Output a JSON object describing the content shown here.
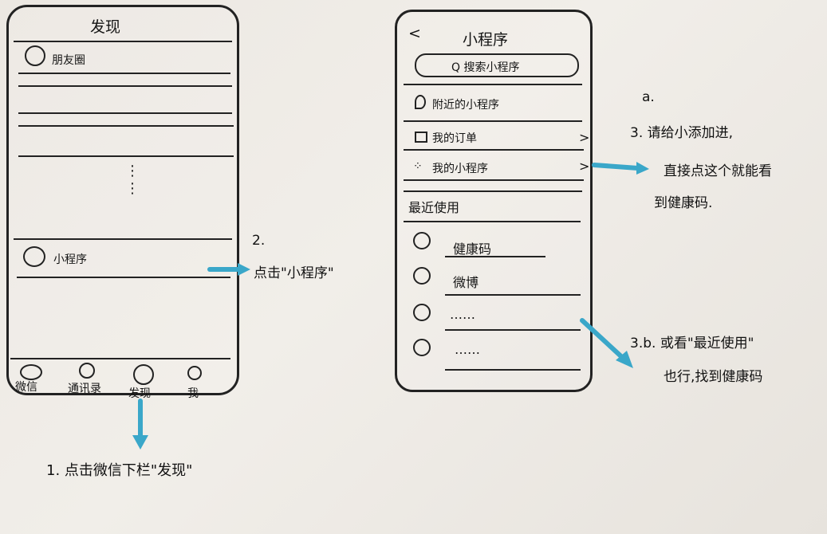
{
  "left_phone": {
    "title": "发现",
    "moments": "朋友圈",
    "dots": "⋮",
    "miniprogram": "小程序",
    "tabs": [
      "微信",
      "通讯录",
      "发现",
      "我"
    ]
  },
  "right_phone": {
    "back": "<",
    "title": "小程序",
    "search": "Q 搜索小程序",
    "nearby": "附近的小程序",
    "my_orders": "我的订单",
    "my_miniprograms": "我的小程序",
    "recent_header": "最近使用",
    "recent_items": [
      "健康码",
      "微博",
      "……",
      "……"
    ]
  },
  "annotations": {
    "step1": "1. 点击微信下栏\"发现\"",
    "step2_num": "2.",
    "step2": "点击\"小程序\"",
    "step3a_label": "a.",
    "step3a_line1": "3. 请给小添加进,",
    "step3a_line2": "直接点这个就能看",
    "step3a_line3": "到健康码.",
    "step3b_line1": "3.b. 或看\"最近使用\"",
    "step3b_line2": "也行,找到健康码"
  },
  "colors": {
    "ink": "#222222",
    "arrow": "#3aa7c9",
    "paper": "#ece8e2"
  }
}
